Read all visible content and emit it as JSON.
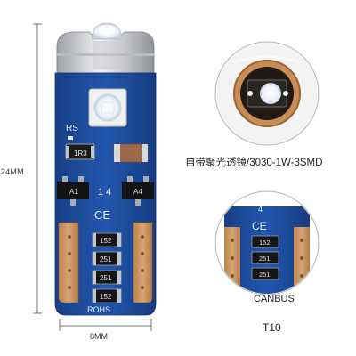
{
  "dimensions": {
    "height": "24MM",
    "width": "8MM"
  },
  "captions": {
    "spec": "自带聚光透镜/3030-1W-3SMD",
    "canbus": "CANBUS",
    "model": "T10"
  },
  "board_markings": {
    "rs": "RS",
    "resistor_main": "1R3",
    "a1": "A1",
    "a4": "A4",
    "numbers": "1 4",
    "ce": "CE",
    "r1": "152",
    "r2": "251",
    "r3": "251",
    "r4": "152",
    "rohs": "ROHS",
    "inset_number": "4",
    "inset_ce": "CE",
    "inset_r1": "152",
    "inset_r2": "251",
    "inset_r3": "251"
  },
  "colors": {
    "pcb_blue": "#1d4c9a",
    "pad_copper": "#c89060",
    "lens_silver": "#d9dadc",
    "led_white": "#f4f6fa"
  }
}
